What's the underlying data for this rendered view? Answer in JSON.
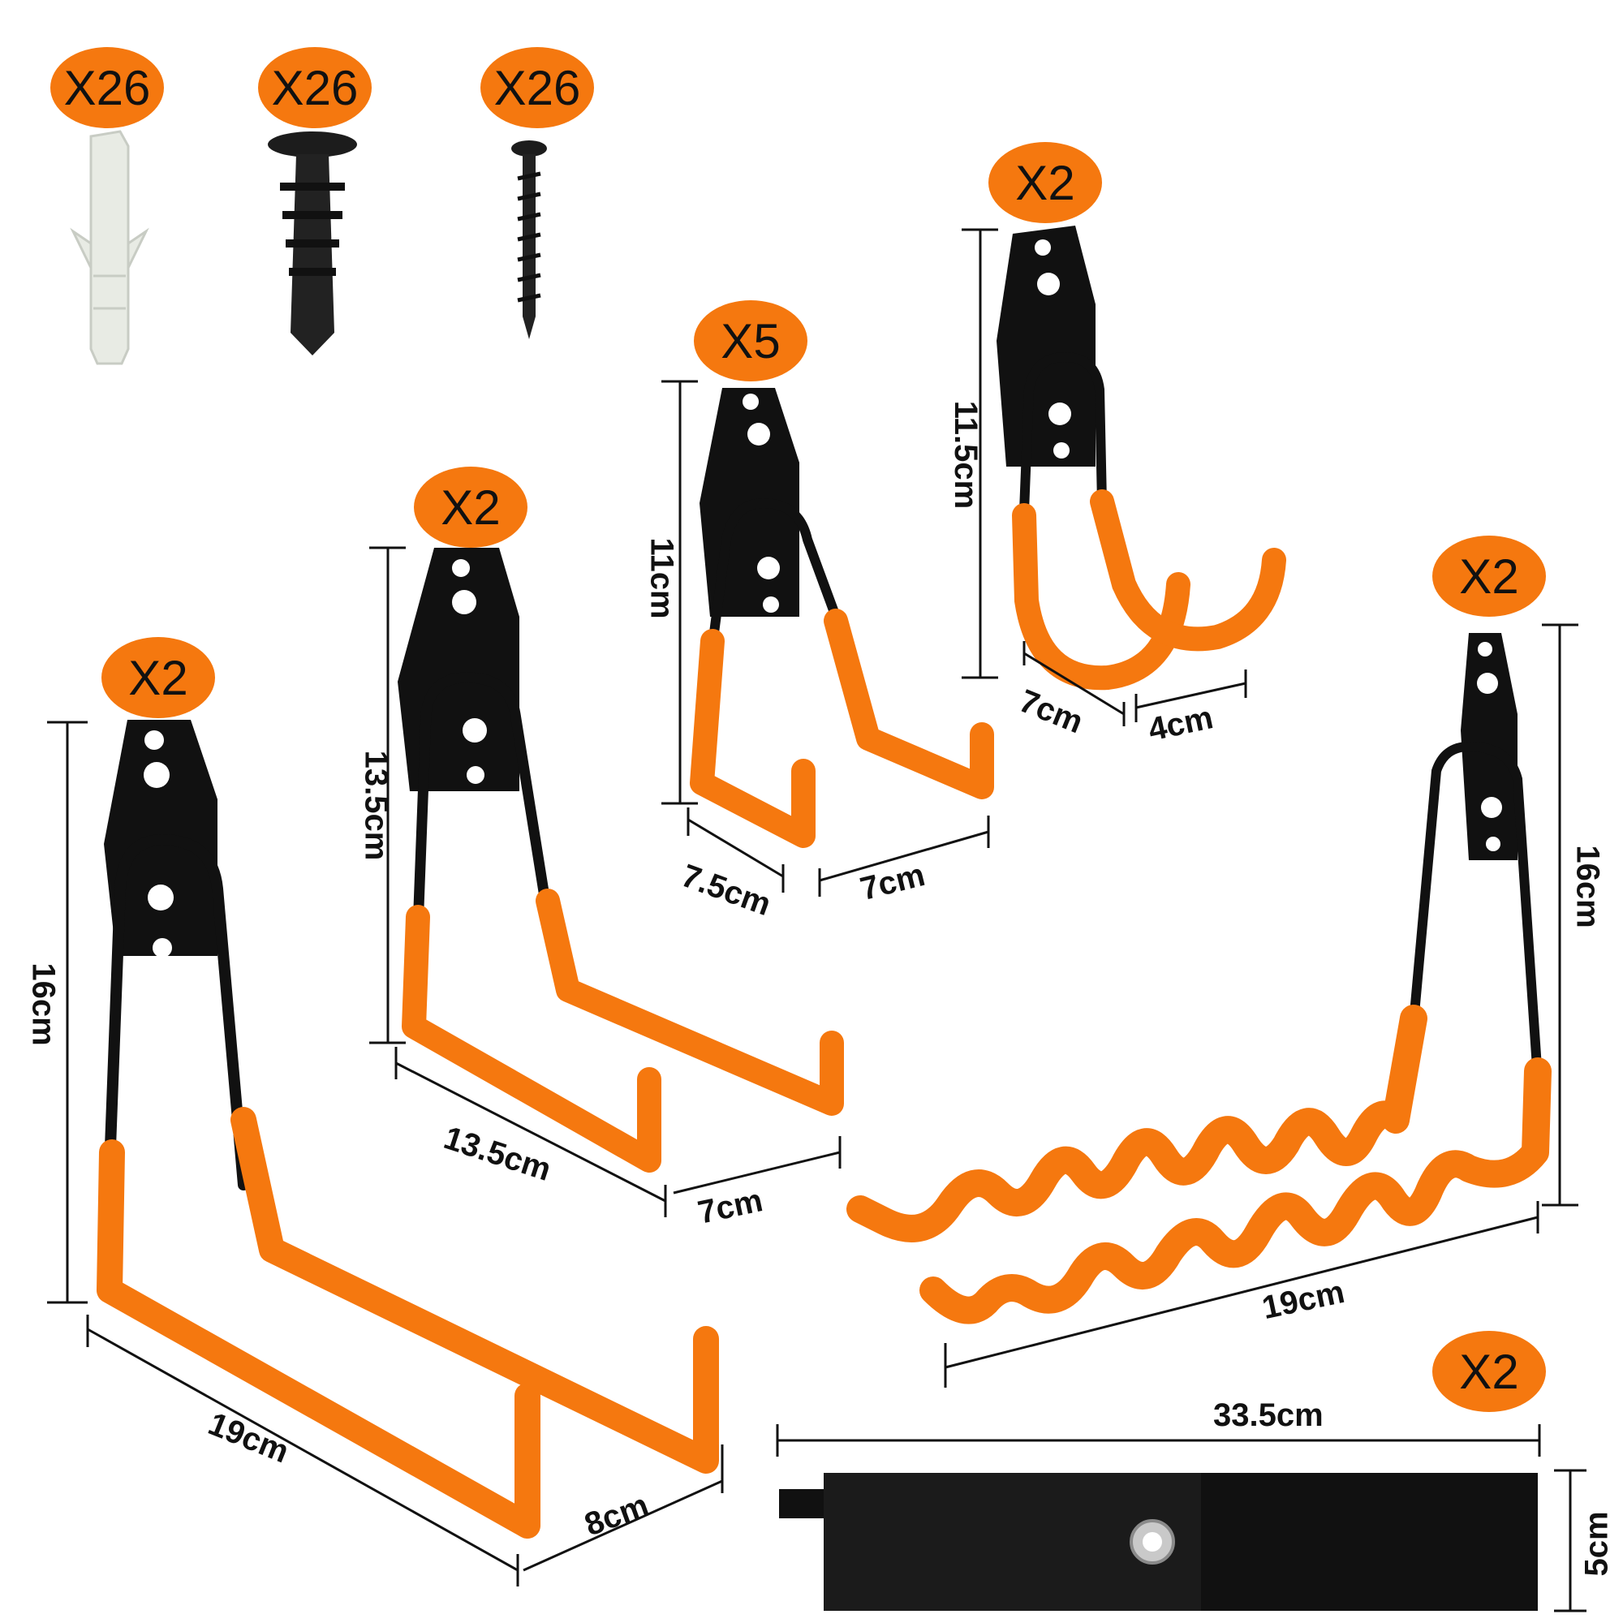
{
  "colors": {
    "orange": "#f5780f",
    "black": "#111111",
    "white": "#ffffff"
  },
  "hardware": {
    "anchor_qty": "X26",
    "drywall_anchor_qty": "X26",
    "screw_qty": "X26"
  },
  "hooks": {
    "large_u": {
      "qty": "X2",
      "height": "16cm",
      "length": "19cm",
      "depth": "8cm"
    },
    "medium_u": {
      "qty": "X2",
      "height": "13.5cm",
      "length": "13.5cm",
      "depth": "7cm"
    },
    "small_u": {
      "qty": "X5",
      "height": "11cm",
      "length": "7.5cm",
      "depth": "7cm"
    },
    "j_hook": {
      "qty": "X2",
      "height": "11.5cm",
      "length": "7cm",
      "depth": "4cm"
    },
    "wavy": {
      "qty": "X2",
      "height": "16cm",
      "length": "19cm"
    }
  },
  "strap": {
    "qty": "X2",
    "length": "33.5cm",
    "width": "5cm"
  }
}
